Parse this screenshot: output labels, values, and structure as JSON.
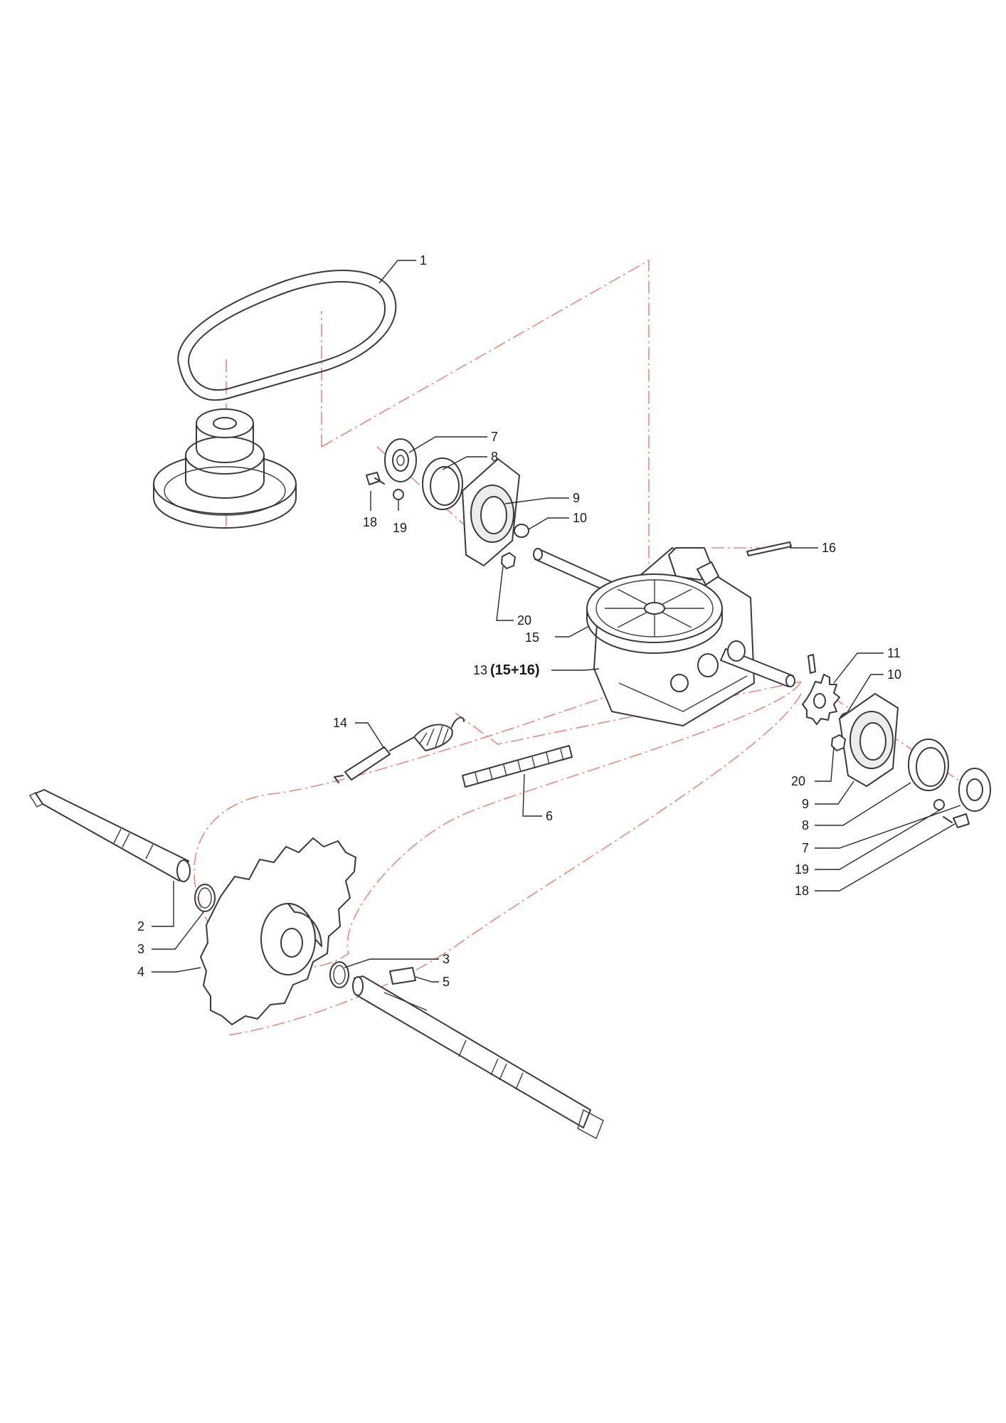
{
  "diagram": {
    "callouts": {
      "c1": "1",
      "c2": "2",
      "c3a": "3",
      "c3b": "3",
      "c4": "4",
      "c5": "5",
      "c6": "6",
      "c7a": "7",
      "c7b": "7",
      "c8a": "8",
      "c8b": "8",
      "c9a": "9",
      "c9b": "9",
      "c10a": "10",
      "c10b": "10",
      "c11": "11",
      "c13": "13",
      "c13sub": "(15+16)",
      "c14": "14",
      "c15": "15",
      "c16": "16",
      "c18a": "18",
      "c18b": "18",
      "c19a": "19",
      "c19b": "19",
      "c20a": "20",
      "c20b": "20"
    },
    "colors": {
      "line": "#3a3a3a",
      "centerline": "#e88a80",
      "background": "#ffffff"
    }
  }
}
